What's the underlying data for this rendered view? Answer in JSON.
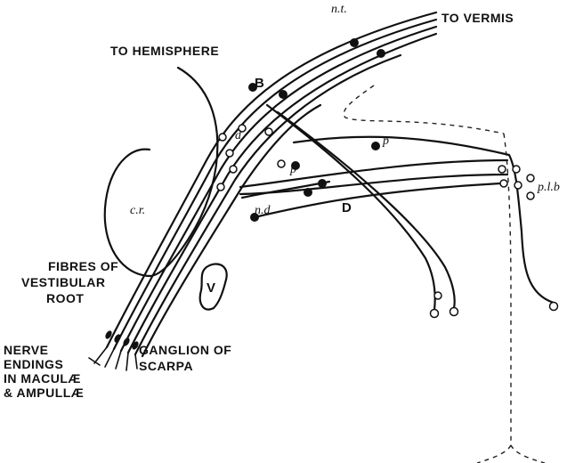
{
  "labels": {
    "to_vermis": "TO VERMIS",
    "to_hemisphere": "TO HEMISPHERE",
    "fibres_line1": "FIBRES OF",
    "fibres_line2": "VESTIBULAR",
    "fibres_line3": "ROOT",
    "nerve_line1": "NERVE",
    "nerve_line2": "ENDINGS",
    "nerve_line3": "IN MACULÆ",
    "nerve_line4": "& AMPULLÆ",
    "ganglion_line1": "GANGLION OF",
    "ganglion_line2": "SCARPA"
  },
  "markers": {
    "nt": "n.t.",
    "B": "B",
    "d": "d",
    "p_upper": "p",
    "p_lower": "p",
    "cr": "c.r.",
    "nd": "n.d.",
    "D": "D",
    "V": "V",
    "plb": "p.l.b"
  }
}
